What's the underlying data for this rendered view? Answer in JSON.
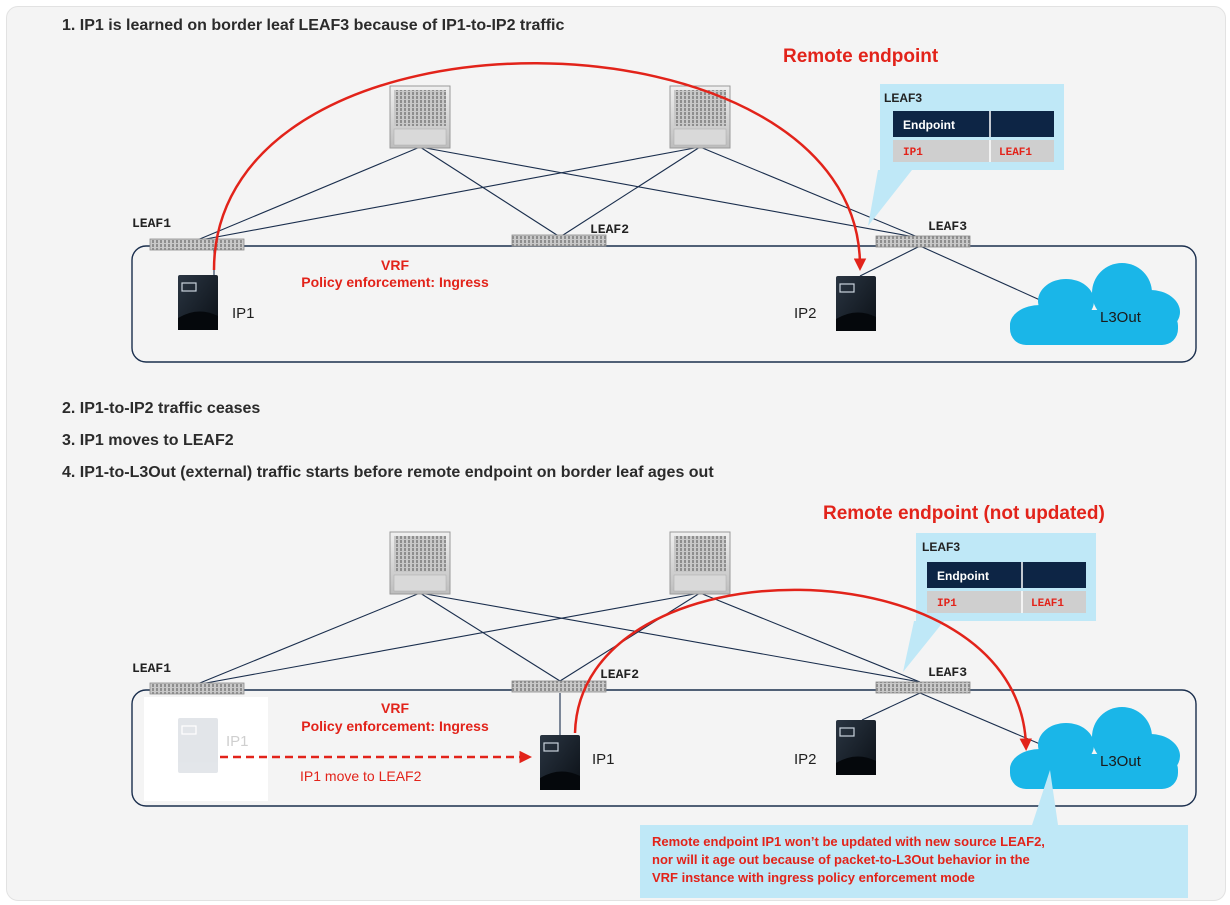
{
  "steps": {
    "s1": "1. IP1 is learned on border leaf LEAF3 because of IP1-to-IP2 traffic",
    "s2": "2. IP1-to-IP2 traffic ceases",
    "s3": "3. IP1 moves to LEAF2",
    "s4": "4. IP1-to-L3Out (external) traffic starts before remote endpoint on border leaf ages out"
  },
  "top": {
    "remote_label": "Remote endpoint",
    "leaf1": "LEAF1",
    "leaf2": "LEAF2",
    "leaf3": "LEAF3",
    "vrf": "VRF",
    "policy": "Policy enforcement: Ingress",
    "ip1": "IP1",
    "ip2": "IP2",
    "l3out": "L3Out",
    "callout": {
      "title": "LEAF3",
      "header": "Endpoint",
      "endpoint": "IP1",
      "location": "LEAF1"
    }
  },
  "bottom": {
    "remote_label": "Remote endpoint (not updated)",
    "leaf1": "LEAF1",
    "leaf2": "LEAF2",
    "leaf3": "LEAF3",
    "vrf": "VRF",
    "policy": "Policy enforcement: Ingress",
    "ip1_old": "IP1",
    "ip1_new": "IP1",
    "ip2": "IP2",
    "l3out": "L3Out",
    "move_label": "IP1 move to LEAF2",
    "callout": {
      "title": "LEAF3",
      "header": "Endpoint",
      "endpoint": "IP1",
      "location": "LEAF1"
    },
    "note": {
      "line1": "Remote endpoint IP1 won’t be updated with new source LEAF2,",
      "line2": "nor will it age out because of packet-to-L3Out behavior in the",
      "line3": "VRF instance with ingress policy enforcement mode"
    }
  },
  "colors": {
    "accent": "#e2231a",
    "callout_bg": "#bfe8f7",
    "cloud": "#1ab6e8",
    "table_header": "#0d2545",
    "table_row": "#cfcfcf",
    "vrf_border": "#1a2e4d"
  }
}
